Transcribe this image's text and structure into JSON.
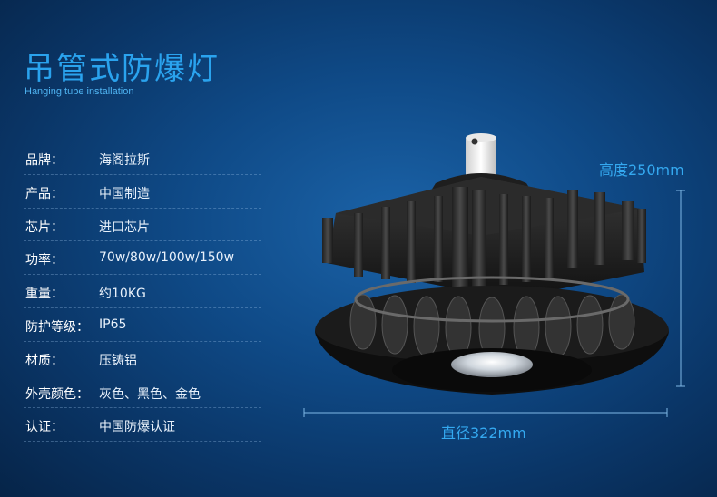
{
  "header": {
    "title": "吊管式防爆灯",
    "subtitle": "Hanging tube installation"
  },
  "specs": [
    {
      "label": "品牌：",
      "value": "海阁拉斯"
    },
    {
      "label": "产品：",
      "value": "中国制造"
    },
    {
      "label": "芯片：",
      "value": "进口芯片"
    },
    {
      "label": "功率：",
      "value": "70w/80w/100w/150w"
    },
    {
      "label": "重量：",
      "value": "约10KG"
    },
    {
      "label": "防护等级：",
      "value": "IP65"
    },
    {
      "label": "材质：",
      "value": "压铸铝"
    },
    {
      "label": "外壳颜色：",
      "value": "灰色、黑色、金色"
    },
    {
      "label": "认证：",
      "value": "中国防爆认证"
    }
  ],
  "dimensions": {
    "height": "高度250mm",
    "diameter": "直径322mm"
  },
  "colors": {
    "accent": "#2aa3ee",
    "background": "#0f4a87",
    "lamp_body": "#1a1a1a"
  }
}
